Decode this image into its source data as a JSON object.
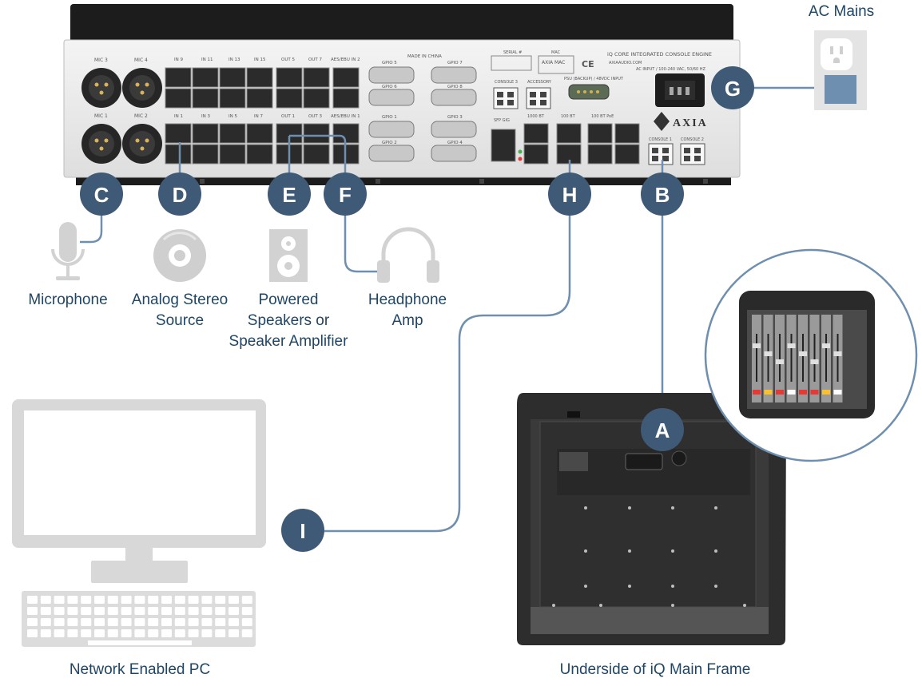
{
  "labels": {
    "ac_mains": "AC Mains",
    "microphone": "Microphone",
    "analog_stereo_line1": "Analog Stereo",
    "analog_stereo_line2": "Source",
    "powered_line1": "Powered",
    "powered_line2": "Speakers or",
    "powered_line3": "Speaker Amplifier",
    "headphone_line1": "Headphone",
    "headphone_line2": "Amp",
    "network_pc": "Network Enabled PC",
    "underside": "Underside of iQ Main Frame"
  },
  "badges": {
    "a": "A",
    "b": "B",
    "c": "C",
    "d": "D",
    "e": "E",
    "f": "F",
    "g": "G",
    "h": "H",
    "i": "I"
  },
  "device": {
    "mic3": "MIC 3",
    "mic4": "MIC 4",
    "mic1": "MIC 1",
    "mic2": "MIC 2",
    "in9": "IN 9",
    "in11": "IN 11",
    "in13": "IN 13",
    "in15": "IN 15",
    "in1": "IN 1",
    "in3": "IN 3",
    "in5": "IN 5",
    "in7": "IN 7",
    "out5": "OUT 5",
    "out7": "OUT 7",
    "out1": "OUT 1",
    "out3": "OUT 3",
    "aes2": "AES/EBU IN 2",
    "aes1": "AES/EBU IN 1",
    "made_in": "MADE IN CHINA",
    "gpio5": "GPIO 5",
    "gpio7": "GPIO 7",
    "gpio6": "GPIO 6",
    "gpio8": "GPIO 8",
    "gpio1": "GPIO 1",
    "gpio3": "GPIO 3",
    "gpio2": "GPIO 2",
    "gpio4": "GPIO 4",
    "serial": "SERIAL #",
    "mac": "MAC",
    "axia_mac": "AXIA MAC",
    "console3": "CONSOLE 3",
    "accessory": "ACCESSORY",
    "psu": "PSU (BACKUP) / 48VDC INPUT",
    "engine": "iQ CORE INTEGRATED CONSOLE ENGINE",
    "site": "AXIAAUDIO.COM",
    "ac_input": "AC INPUT / 100-240 VAC, 50/60 HZ",
    "sfp": "SFP GIG",
    "port_1000": "1000 BT",
    "port_100": "100 BT",
    "port_poe": "100 BT PoE",
    "console1": "CONSOLE 1",
    "console2": "CONSOLE 2",
    "brand": "AXIA",
    "ce": "CE"
  },
  "colors": {
    "badge": "#3f5a76",
    "line": "#6f8fb0",
    "icon_gray": "#cfcfcf",
    "label": "#1f4666"
  }
}
